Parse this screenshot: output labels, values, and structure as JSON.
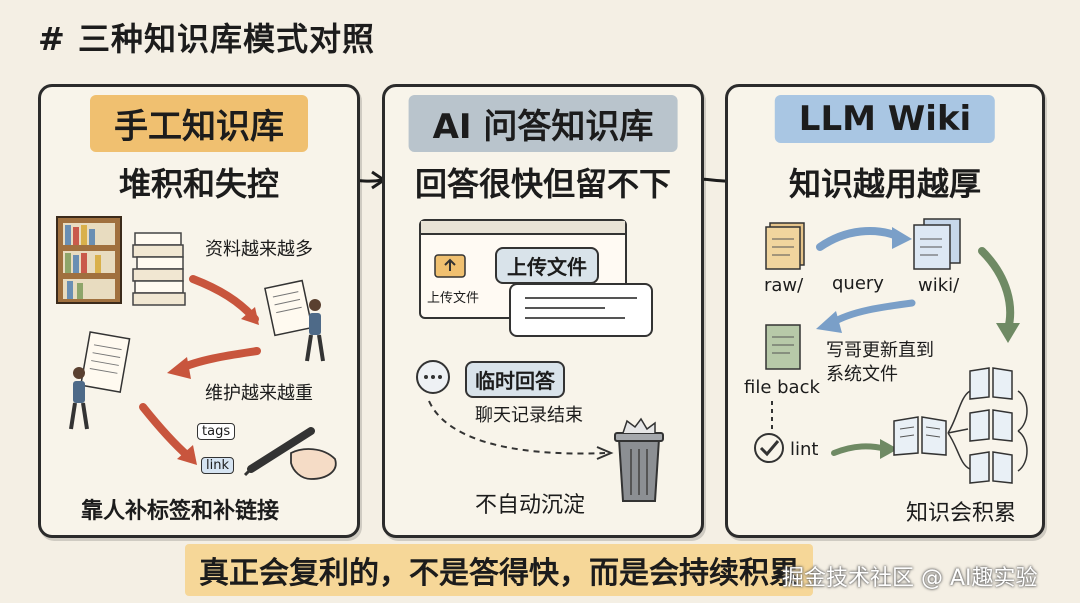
{
  "page_title": "# 三种知识库模式对照",
  "panels": [
    {
      "header": "手工知识库",
      "subtitle": "堆积和失控",
      "labels": {
        "more_material": "资料越来越多",
        "heavier": "维护越来越重",
        "manual": "靠人补标签和补链接",
        "tag1": "tags",
        "tag2": "link"
      }
    },
    {
      "header": "AI 问答知识库",
      "subtitle": "回答很快但留不下",
      "labels": {
        "upload_bubble": "上传文件",
        "upload_icon": "上传文件",
        "temp_answer": "临时回答",
        "chat_end": "聊天记录结束",
        "no_settle": "不自动沉淀"
      }
    },
    {
      "header": "LLM Wiki",
      "subtitle": "知识越用越厚",
      "labels": {
        "raw": "raw/",
        "query": "query",
        "wiki": "wiki/",
        "file_back": "file back",
        "write_back": "写哥更新直到系统文件",
        "lint": "lint",
        "accumulate": "知识会积累"
      }
    }
  ],
  "bottom_text": "真正会复利的，不是答得快，而是会持续积累",
  "watermark": "掘金技术社区 @ AI趣实验",
  "colors": {
    "background": "#f4efe4",
    "orange": "#f0c070",
    "gray": "#b9c4cc",
    "blue": "#a9c6e3",
    "arrow_red": "#c8553d",
    "arrow_blue": "#7a9fc8",
    "arrow_green": "#6f8a64"
  }
}
